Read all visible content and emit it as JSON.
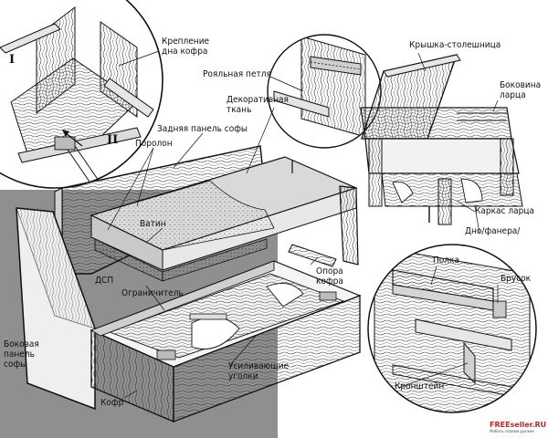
{
  "labels": {
    "box_bottom_mount": "Крепление\nдна кофра",
    "piano_hinge": "Рояльная петля",
    "lid_tabletop": "Крышка-столешница",
    "chest_side": "Боковина\nларца",
    "decor_fabric": "Декоративная\nткань",
    "rear_panel": "Задняя панель софы",
    "foam": "Поролон",
    "batting": "Ватин",
    "chest_frame": "Каркас ларца",
    "bottom_plywood": "Дно/фанера/",
    "box_support": "Опора\nкофра",
    "dsp": "ДСП",
    "stopper": "Ограничитель",
    "corner_braces": "Усиливающие\nуголки",
    "side_panel": "Боковая\nпанель\nсофы",
    "box": "Кофр",
    "shelf": "Полка",
    "bar": "Брусок",
    "bracket": "Кронштейн"
  },
  "roman": {
    "one": "I",
    "two": "II"
  },
  "credit": {
    "brand": "FREEseller.RU",
    "tagline": "Мебель своими руками"
  }
}
